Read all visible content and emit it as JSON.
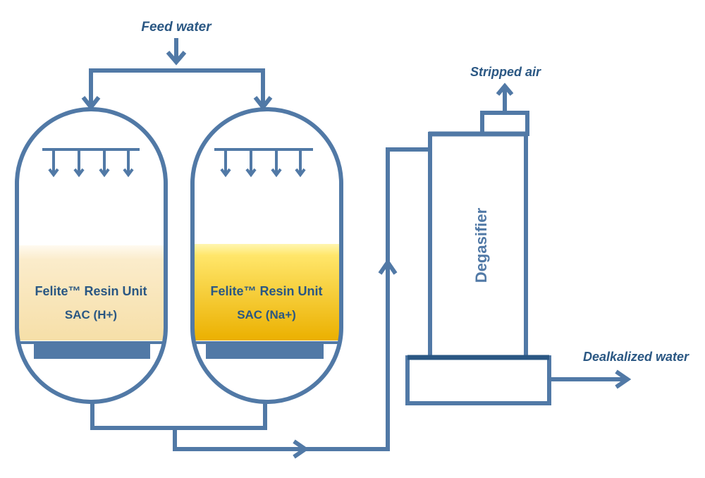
{
  "labels": {
    "feed_water": "Feed water",
    "stripped_air": "Stripped air",
    "dealkalized_water": "Dealkalized water",
    "degasifier": "Degasifier"
  },
  "unit_left": {
    "name": "Felite™ Resin Unit",
    "type": "SAC (H+)"
  },
  "unit_right": {
    "name": "Felite™ Resin Unit",
    "type": "SAC (Na+)"
  },
  "colors": {
    "line": "#5179a6",
    "text": "#2a5783",
    "resin_h_top": "#fffaf0",
    "resin_h_bottom": "#f8e4b4",
    "resin_na_top": "#fff2a0",
    "resin_na_bottom": "#ebb000"
  }
}
